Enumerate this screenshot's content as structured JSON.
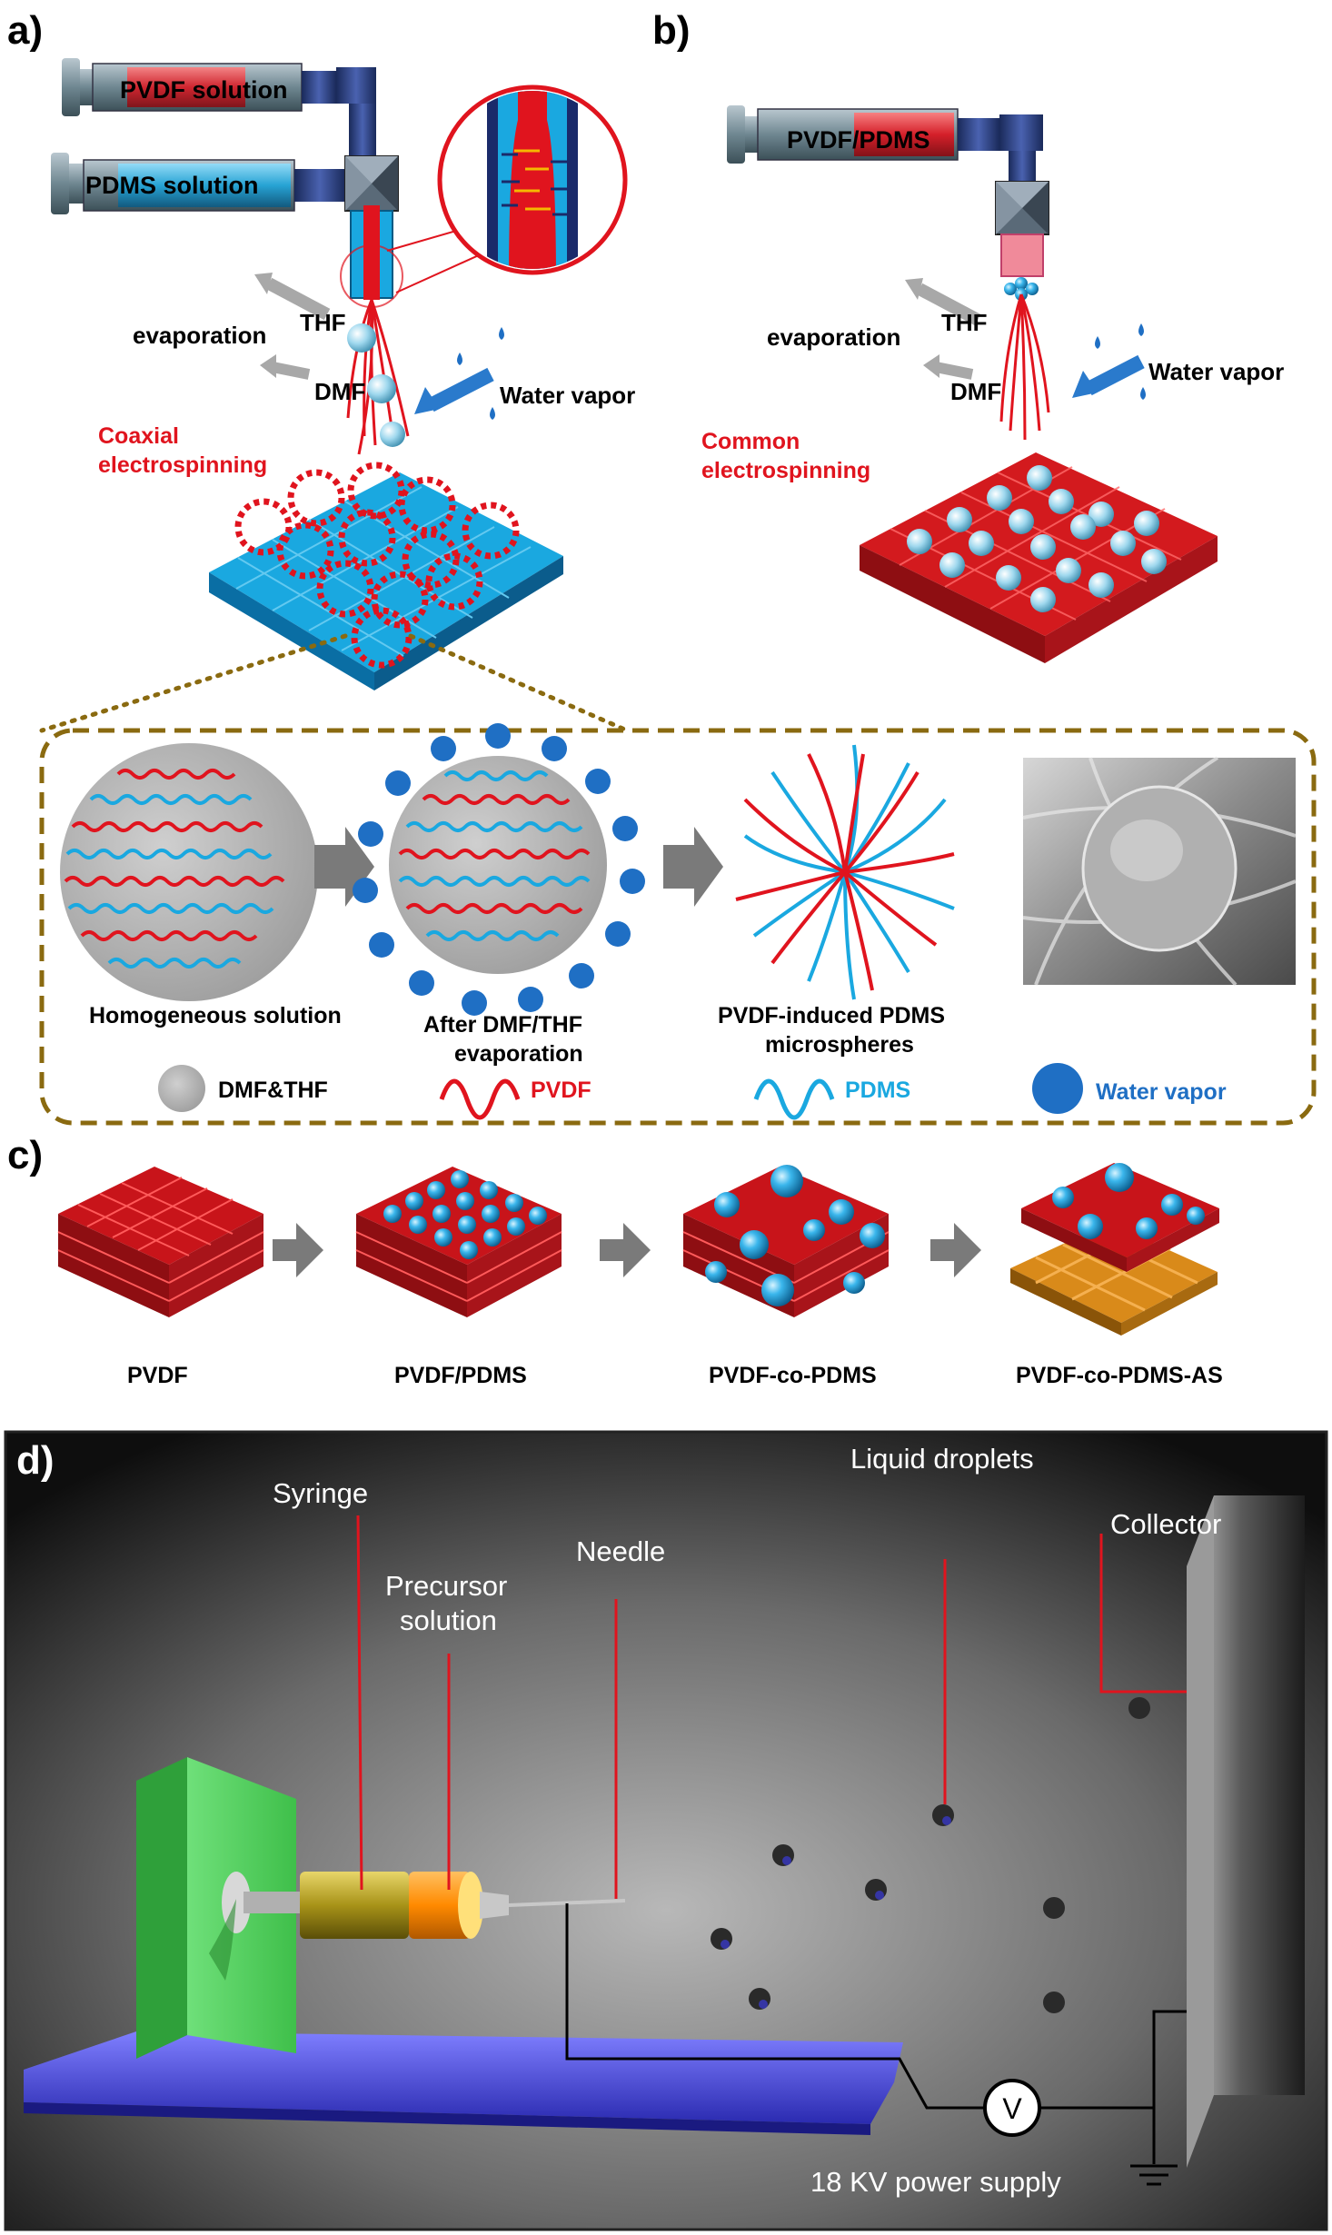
{
  "panel_labels": {
    "a": "a)",
    "b": "b)",
    "c": "c)",
    "d": "d)"
  },
  "panel_a": {
    "syringe_top": "PVDF solution",
    "syringe_bottom": "PDMS solution",
    "thf": "THF",
    "evaporation": "evaporation",
    "dmf": "DMF",
    "water_vapor": "Water vapor",
    "method_line1": "Coaxial",
    "method_line2": "electrospinning"
  },
  "panel_b": {
    "syringe": "PVDF/PDMS",
    "thf": "THF",
    "evaporation": "evaporation",
    "dmf": "DMF",
    "water_vapor": "Water vapor",
    "method_line1": "Common",
    "method_line2": "electrospinning"
  },
  "mechanism": {
    "step1": "Homogeneous solution",
    "step2_line1": "After DMF/THF",
    "step2_line2": "evaporation",
    "step3_line1": "PVDF-induced PDMS",
    "step3_line2": "microspheres",
    "legend_solvent": "DMF&THF",
    "legend_pvdf": "PVDF",
    "legend_pdms": "PDMS",
    "legend_water": "Water vapor"
  },
  "panel_c": {
    "stage1": "PVDF",
    "stage2": "PVDF/PDMS",
    "stage3": "PVDF-co-PDMS",
    "stage4": "PVDF-co-PDMS-AS"
  },
  "panel_d": {
    "syringe": "Syringe",
    "precursor_line1": "Precursor",
    "precursor_line2": "solution",
    "needle": "Needle",
    "droplets": "Liquid droplets",
    "collector": "Collector",
    "voltmeter": "V",
    "power_supply": "18 KV power supply"
  },
  "colors": {
    "pvdf_red": "#e0141e",
    "pdms_blue": "#1aa8e0",
    "water_blue": "#1f6fc4",
    "frame_gold": "#8a6a10",
    "fiber_orange": "#d98a1a"
  }
}
